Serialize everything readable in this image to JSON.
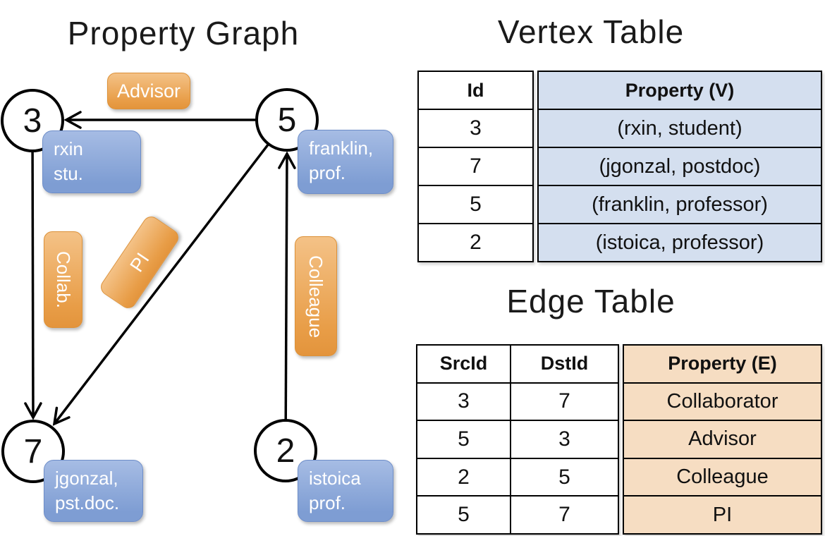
{
  "titles": {
    "graph": "Property Graph",
    "vertex_table": "Vertex Table",
    "edge_table": "Edge Table"
  },
  "graph": {
    "nodes": [
      {
        "id": "3",
        "prop_line1": "rxin",
        "prop_line2": "stu."
      },
      {
        "id": "5",
        "prop_line1": "franklin,",
        "prop_line2": "prof."
      },
      {
        "id": "7",
        "prop_line1": "jgonzal,",
        "prop_line2": "pst.doc."
      },
      {
        "id": "2",
        "prop_line1": "istoica",
        "prop_line2": "prof."
      }
    ],
    "edge_labels": {
      "advisor": "Advisor",
      "collab": "Collab.",
      "pi": "PI",
      "colleague": "Colleague"
    }
  },
  "vertex_table": {
    "columns": [
      "Id",
      "Property (V)"
    ],
    "rows": [
      [
        "3",
        "(rxin, student)"
      ],
      [
        "7",
        "(jgonzal, postdoc)"
      ],
      [
        "5",
        "(franklin, professor)"
      ],
      [
        "2",
        "(istoica, professor)"
      ]
    ]
  },
  "edge_table": {
    "columns": [
      "SrcId",
      "DstId",
      "Property (E)"
    ],
    "rows": [
      [
        "3",
        "7",
        "Collaborator"
      ],
      [
        "5",
        "3",
        "Advisor"
      ],
      [
        "2",
        "5",
        "Colleague"
      ],
      [
        "5",
        "7",
        "PI"
      ]
    ]
  },
  "colors": {
    "orange_box_top": "#f4c287",
    "orange_box_bottom": "#e89d47",
    "orange_box_border": "#dd9138",
    "blue_box_top": "#a6bce4",
    "blue_box_bottom": "#7e9dd3",
    "blue_box_border": "#6e8ec9",
    "vertex_property_fill": "#d4dfef",
    "edge_property_fill": "#f6ddc2",
    "node_edge_black": "#000000",
    "box_text_white": "#ffffff"
  }
}
